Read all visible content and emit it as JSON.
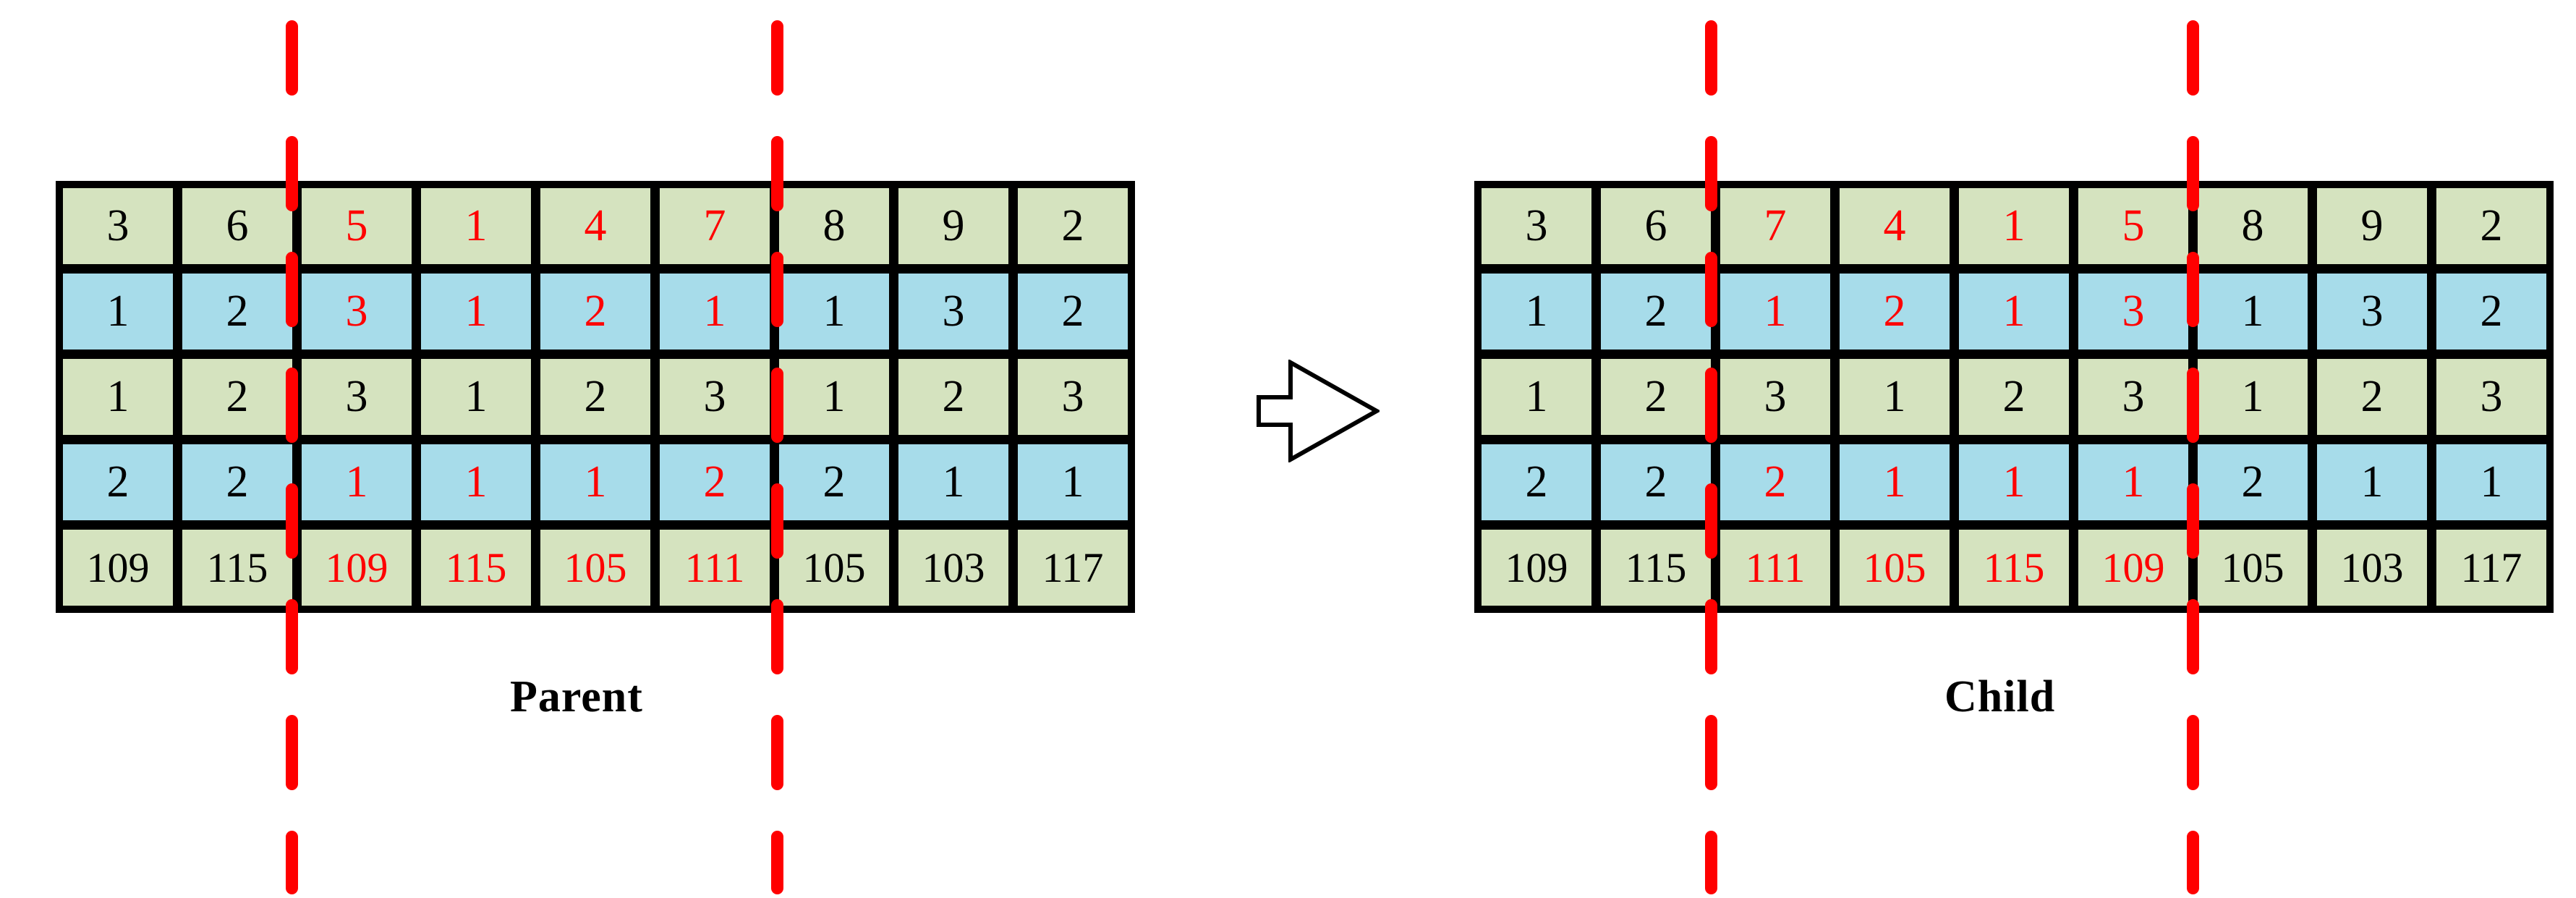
{
  "diagram": {
    "title_hidden": "",
    "arrow_icon": "right-block-arrow-icon",
    "colors": {
      "row_green": "#d5e3bf",
      "row_blue": "#a7dcea",
      "highlight_red": "#ff0000",
      "border_black": "#000000",
      "background": "#ffffff"
    },
    "cut_lines": {
      "style": "dashed-vertical",
      "color": "#ff0000",
      "count": 4,
      "parent_cut_positions": [
        2,
        6
      ],
      "child_cut_positions": [
        2,
        6
      ]
    }
  },
  "parent": {
    "caption": "Parent",
    "columns": 9,
    "rows": [
      {
        "name": "row-1",
        "fill": "green",
        "cells": [
          {
            "v": "3",
            "red": false
          },
          {
            "v": "6",
            "red": false
          },
          {
            "v": "5",
            "red": true
          },
          {
            "v": "1",
            "red": true
          },
          {
            "v": "4",
            "red": true
          },
          {
            "v": "7",
            "red": true
          },
          {
            "v": "8",
            "red": false
          },
          {
            "v": "9",
            "red": false
          },
          {
            "v": "2",
            "red": false
          }
        ]
      },
      {
        "name": "row-2",
        "fill": "blue",
        "cells": [
          {
            "v": "1",
            "red": false
          },
          {
            "v": "2",
            "red": false
          },
          {
            "v": "3",
            "red": true
          },
          {
            "v": "1",
            "red": true
          },
          {
            "v": "2",
            "red": true
          },
          {
            "v": "1",
            "red": true
          },
          {
            "v": "1",
            "red": false
          },
          {
            "v": "3",
            "red": false
          },
          {
            "v": "2",
            "red": false
          }
        ]
      },
      {
        "name": "row-3",
        "fill": "green",
        "cells": [
          {
            "v": "1",
            "red": false
          },
          {
            "v": "2",
            "red": false
          },
          {
            "v": "3",
            "red": false
          },
          {
            "v": "1",
            "red": false
          },
          {
            "v": "2",
            "red": false
          },
          {
            "v": "3",
            "red": false
          },
          {
            "v": "1",
            "red": false
          },
          {
            "v": "2",
            "red": false
          },
          {
            "v": "3",
            "red": false
          }
        ]
      },
      {
        "name": "row-4",
        "fill": "blue",
        "cells": [
          {
            "v": "2",
            "red": false
          },
          {
            "v": "2",
            "red": false
          },
          {
            "v": "1",
            "red": true
          },
          {
            "v": "1",
            "red": true
          },
          {
            "v": "1",
            "red": true
          },
          {
            "v": "2",
            "red": true
          },
          {
            "v": "2",
            "red": false
          },
          {
            "v": "1",
            "red": false
          },
          {
            "v": "1",
            "red": false
          }
        ]
      },
      {
        "name": "row-5",
        "fill": "green",
        "cells": [
          {
            "v": "109",
            "red": false
          },
          {
            "v": "115",
            "red": false
          },
          {
            "v": "109",
            "red": true
          },
          {
            "v": "115",
            "red": true
          },
          {
            "v": "105",
            "red": true
          },
          {
            "v": "111",
            "red": true
          },
          {
            "v": "105",
            "red": false
          },
          {
            "v": "103",
            "red": false
          },
          {
            "v": "117",
            "red": false
          }
        ]
      }
    ]
  },
  "child": {
    "caption": "Child",
    "columns": 9,
    "rows": [
      {
        "name": "row-1",
        "fill": "green",
        "cells": [
          {
            "v": "3",
            "red": false
          },
          {
            "v": "6",
            "red": false
          },
          {
            "v": "7",
            "red": true
          },
          {
            "v": "4",
            "red": true
          },
          {
            "v": "1",
            "red": true
          },
          {
            "v": "5",
            "red": true
          },
          {
            "v": "8",
            "red": false
          },
          {
            "v": "9",
            "red": false
          },
          {
            "v": "2",
            "red": false
          }
        ]
      },
      {
        "name": "row-2",
        "fill": "blue",
        "cells": [
          {
            "v": "1",
            "red": false
          },
          {
            "v": "2",
            "red": false
          },
          {
            "v": "1",
            "red": true
          },
          {
            "v": "2",
            "red": true
          },
          {
            "v": "1",
            "red": true
          },
          {
            "v": "3",
            "red": true
          },
          {
            "v": "1",
            "red": false
          },
          {
            "v": "3",
            "red": false
          },
          {
            "v": "2",
            "red": false
          }
        ]
      },
      {
        "name": "row-3",
        "fill": "green",
        "cells": [
          {
            "v": "1",
            "red": false
          },
          {
            "v": "2",
            "red": false
          },
          {
            "v": "3",
            "red": false
          },
          {
            "v": "1",
            "red": false
          },
          {
            "v": "2",
            "red": false
          },
          {
            "v": "3",
            "red": false
          },
          {
            "v": "1",
            "red": false
          },
          {
            "v": "2",
            "red": false
          },
          {
            "v": "3",
            "red": false
          }
        ]
      },
      {
        "name": "row-4",
        "fill": "blue",
        "cells": [
          {
            "v": "2",
            "red": false
          },
          {
            "v": "2",
            "red": false
          },
          {
            "v": "2",
            "red": true
          },
          {
            "v": "1",
            "red": true
          },
          {
            "v": "1",
            "red": true
          },
          {
            "v": "1",
            "red": true
          },
          {
            "v": "2",
            "red": false
          },
          {
            "v": "1",
            "red": false
          },
          {
            "v": "1",
            "red": false
          }
        ]
      },
      {
        "name": "row-5",
        "fill": "green",
        "cells": [
          {
            "v": "109",
            "red": false
          },
          {
            "v": "115",
            "red": false
          },
          {
            "v": "111",
            "red": true
          },
          {
            "v": "105",
            "red": true
          },
          {
            "v": "115",
            "red": true
          },
          {
            "v": "109",
            "red": true
          },
          {
            "v": "105",
            "red": false
          },
          {
            "v": "103",
            "red": false
          },
          {
            "v": "117",
            "red": false
          }
        ]
      }
    ]
  }
}
